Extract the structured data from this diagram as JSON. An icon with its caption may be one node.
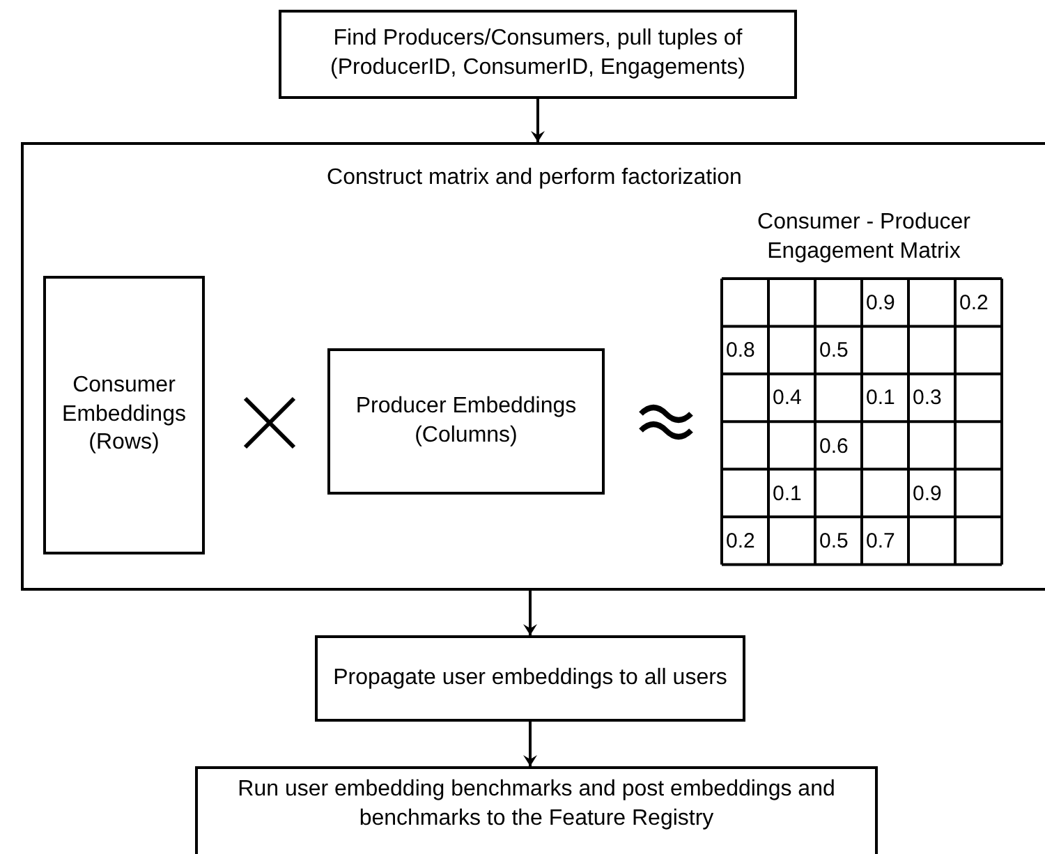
{
  "diagram": {
    "nodes": [
      {
        "text": [
          "Find Producers/Consumers, pull tuples of (ProducerID, ConsumerID, Engagements)"
        ]
      },
      {
        "text": [
          "Construct matrix and perform factorization"
        ]
      },
      {
        "text": [
          "Consumer Embeddings (Rows)"
        ],
        "in": 1
      },
      {
        "text": [
          "Producer Embeddings (Columns)"
        ],
        "in": 1
      },
      {
        "text": [
          "Consumer - Producer Engagement Matrix"
        ],
        "in": 1
      },
      {
        "text": [
          "Propagate user embeddings to all users"
        ]
      },
      {
        "text": [
          "Run user embedding benchmarks and post embeddings and benchmarks to the Feature Registry"
        ]
      }
    ],
    "edges": [
      {
        "from": 0,
        "to": 1,
        "arrow": "to"
      },
      {
        "from": 1,
        "to": 5,
        "arrow": "to"
      },
      {
        "from": 5,
        "to": 6,
        "arrow": "to"
      }
    ],
    "labels": [
      "0.9",
      "0.2",
      "0.8",
      "0.5",
      "0.4",
      "0.1",
      "0.3",
      "0.6",
      "0.1",
      "0.9",
      "0.2",
      "0.5",
      "0.7"
    ]
  }
}
